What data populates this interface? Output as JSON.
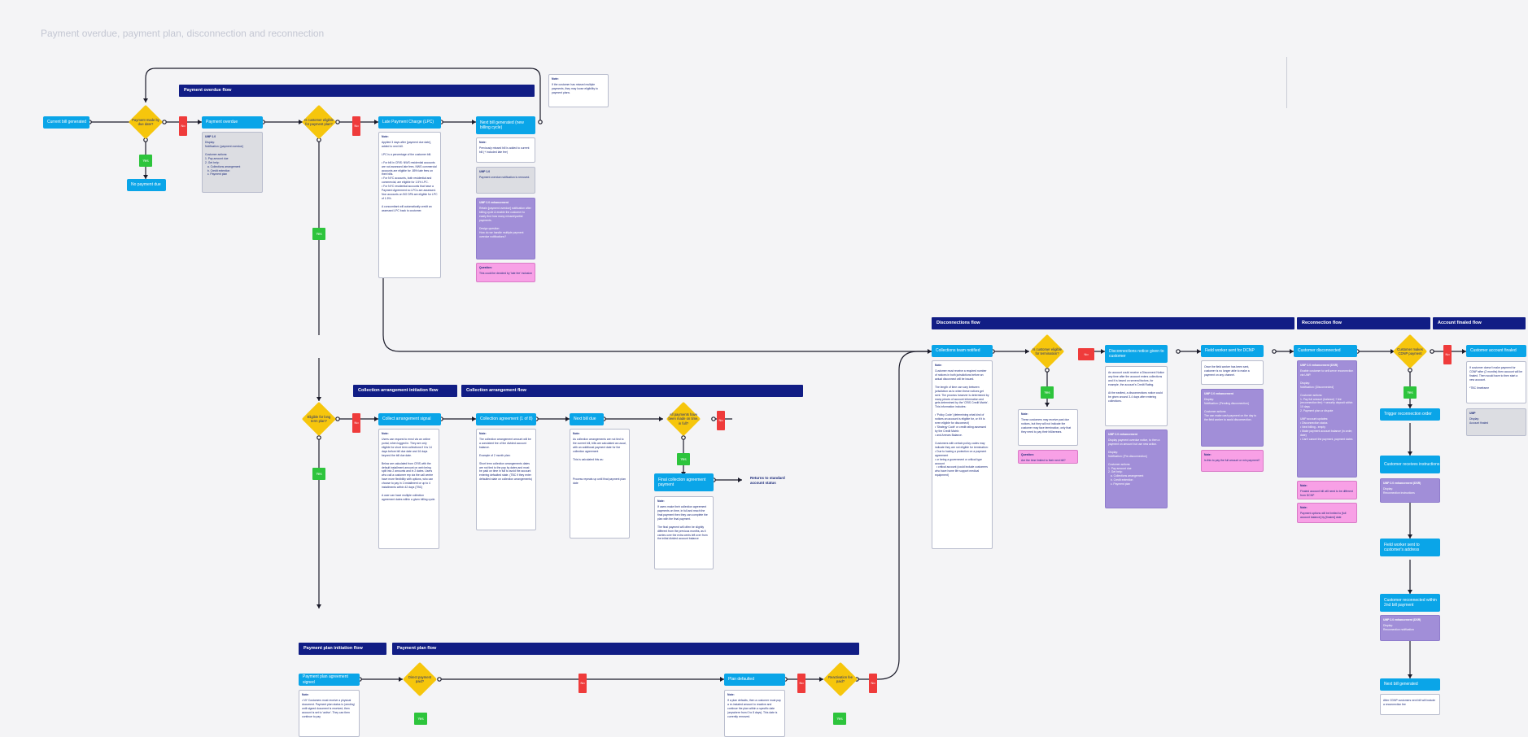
{
  "title": "Payment overdue, payment plan, disconnection and reconnection",
  "labels": {
    "yes": "Yes",
    "no": "No"
  },
  "colors": {
    "banner": "#111d85",
    "process": "#0aa5e8",
    "decision": "#f6c60c",
    "yes": "#2dc43c",
    "no": "#ef3b3b",
    "purple": "#a18ed8",
    "pink": "#f8a0e6",
    "grey": "#dcdde2"
  },
  "banners": {
    "payment_overdue": "Payment overdue flow",
    "collection_initiation": "Collection arrangement initiation flow",
    "collection": "Collection arrangement flow",
    "payment_plan_initiation": "Payment plan initiation flow",
    "payment_plan": "Payment plan flow",
    "disconnections": "Disconnections flow",
    "reconnection": "Reconnection flow",
    "account_finaled": "Account finaled flow"
  },
  "process": {
    "current_bill": "Current bill generated",
    "no_payment_due": "No payment due",
    "payment_overdue": "Payment overdue",
    "lpc": "Late Payment Charge (LPC)",
    "next_bill_generated": "Next bill generated (new billing cycle)",
    "collect_signal": "Collect arrangement signal",
    "collection_agreement": "Collection agreement (1 of 8)",
    "next_bill_due": "Next bill due",
    "final_collection_payment": "Final collection agreement payment",
    "returns_standard": "Returns to standard account status",
    "payment_plan_signed": "Payment plan agreement signed",
    "plan_defaulted": "Plan defaulted",
    "collections_team": "Collections team notified",
    "disconnection_notice": "Disconnections notice given to customer",
    "field_worker": "Field worker sent for DCNP",
    "customer_disconnected": "Customer disconnected",
    "customer_finaled": "Customer account finaled",
    "trigger_reconnection": "Trigger reconnection order",
    "customer_receives_instructions": "Customer receives instructions",
    "field_worker_address": "Field worker sent to customer's address",
    "customer_reconnected": "Customer reconnected within 2nd bill payment",
    "next_bill_generated2": "Next bill generated"
  },
  "decisions": {
    "paid_by_due": "Payment made by due date?",
    "eligible_plan": "Is customer eligible for payment plan?",
    "eligible_long_term": "Eligible for long term plan?",
    "all_payments": "All payments have been made on time, in full?",
    "direct_payment": "Direct payment paid?",
    "reactivation_fee": "Reactivation fee paid?",
    "eligible_termination": "Is customer eligible for termination?",
    "makes_payment": "Customer makes CDNP payment"
  },
  "notes": {
    "top_note": {
      "title": "Note:",
      "body": "If the customer has missed multiple payments, they may loose eligibility to payment plans."
    },
    "ump_payment_overdue": {
      "title": "UMP 1.0",
      "body": "Display:\nNotification: [payment overdue]\n\nCustomer actions:\n1. Pay amount due\n2. Get help:\n   a. Collections arrangement\n   b. Credit extention\n   c. Payment plan"
    },
    "lpc_note": {
      "title": "Note:",
      "body": "Applied 3 days after [payment due date], added to next bill.\n\nLPC is a percentage of the customer bill.\n\n• For bill in CRIS: NWS residential accounts are not assessed late fees. NWS commercial accounts are eligible for .85% late fees on their bills.\n• For NYC accounts, both residential and commercial, are eligible for 1.5% LPC.\n• For NYC residential accounts that have a Payment Agreement no LPCs are assessed. Non accounts on BO DPA are eligible for LPC of 1.5%.\n\nA concomitant will automatically credit an assessed LPC back to customer."
    },
    "next_bill_note": {
      "title": "Note:",
      "body": "Previously missed bill is added to current bill (+ included late fee)"
    },
    "ump_overdue_removed": {
      "title": "UMP 1.0",
      "body": "Payment overdue notification is removed."
    },
    "ump_enhancement": {
      "title": "UMP 2.0 enhancement",
      "body": "Retain [payment overdue] notification after billing cycle & enable the customer to easily find how many missed/partial payments.\n\nDesign question:\nHow do we handle multiple payment overdue notifications?"
    },
    "question_lpc": {
      "title": "Question:",
      "body": "This could be decided by 'late fee' inclusion"
    },
    "collect_note": {
      "title": "Note:",
      "body": "Users can request to enrol via an online portal, when logged in. They are only eligible for short term collections if it is 14 days before bill due date and 16 days beyond the bill due date.\n\nBelow are calculated from CRIS with the default installment amount on web being split into 2 amounts and in 2 dates. Users who call a customer rep via the call centre have more flexibility with options, who can choose to pay in 1 installment or up to 4 installments within 42 days (TBC)\n\nA user can have multiple collection agreement dates within a given billing cycle."
    },
    "collection_agreement_note": {
      "title": "Note:",
      "body": "The collection arrangement amount will be a consistent fee of the divided account balance.\n\nExample of 2 month plan:\n\nShort term collection arrangements dates are not tied to the pay by dates and must be paid on time in full to avoid the account entering defaulted state. (TBC if they enter defaulted state on collection arrangements)"
    },
    "next_bill_due_note": {
      "title": "Note:",
      "body": "As collection arrangements are not tied to the current bill, bills are calculated as usual, with an additional payment date for the collection agreement\n\nThis is calculated this as:\n\n\n\n\nProcess repeats up until final payment plan date"
    },
    "final_collection_note": {
      "title": "Note:",
      "body": "If users make their collection agreement payments on time, in full and reach the final payment then they can complete the plan with the final payment.\n\nThe final payment will often be slightly different from the previous months, as it carries over the extra cents left over from the initial divided account balance"
    },
    "payment_plan_note": {
      "title": "Note:",
      "body": "• NY Customers must receive a physical document. Payment plan status is 'pending' until signed document is received, then account is set to 'active'. They can then continue to pay"
    },
    "plan_defaulted_note": {
      "title": "Note:",
      "body": "If a plan defaults, then a customer must pay a re-instated amount to reactive and continue the plan within a specific date (anywhere from 0 to 8 days). This date is currently removed."
    },
    "collections_team_note": {
      "title": "Note:",
      "body": "Customer must receive a required number of notices in both jurisdictions before an actual disconnect will be issued.\n\nThe length of time can vary between jurisdiction as to when these notices get sent. The process however is determined by many pieces of account information and gets determined by the 'CRIS Credit Matrix'. This information includes:\n\n• 'Policy Code' (determining what kind of notices an account is eligible for, or if it is even eligible for disconnect)\n• 'Strategy Code' or credit rating assessed by the Credit Matrix\n• and Arrears Balance.\n\nCustomers with certain policy codes may indicate they are not eligible for termination:\n• Due to having a protection on a payment agreement\n• or being a government or critical type account\n  • critical account (could include customers who have home life support medical equipment)"
    },
    "termination_note": {
      "title": "Note:",
      "body": "These customers may receive past due notices, but they will not indicate the customer may face termination, only that they need to pay their bill/arrears."
    },
    "termination_question": {
      "title": "Question:",
      "body": "Are the time limited to their next bill?"
    },
    "disconnection_note": {
      "title": "",
      "body": "An account could receive a Disconnect Notice any time after the account enters collections and it is based on several factors, for example, the account's Credit Rating.\n\nAt the earliest, a disconnections notice could be given around 3-4 days after entering collections."
    },
    "ump_disconnection": {
      "title": "UMP 2.0 enhancement",
      "body": "Display payment overdue notice, to then a payment on amount but use new action.\n\nDisplay:\nNotification: [Pre-disconnection]\n\nCustomer actions:\n1. Pay amount due\n2. Get help:\n   a. Collections arrangement\n   b. Credit extention\n   c. Payment plan"
    },
    "field_worker_note": {
      "title": "",
      "body": "Once the field worker has been sent, customer is no longer able to make a payment on any channel."
    },
    "ump_field_worker": {
      "title": "UMP 2.0 enhancement",
      "body": "Display:\nNotification: [Pending disconnection]\n\nCustomer actions:\nThe can make cash payment on the day to the field worker to avoid disconnection."
    },
    "field_worker_question": {
      "title": "Note:",
      "body": "Is this to pay the full amount or min payment?"
    },
    "ump_disconnected": {
      "title": "UMP 2.0 enhancement (DSR)",
      "body": "Enable customer to self-serve reconnection via UMP.\n\nDisplay:\nNotification: [Disconnected]\n\nCustomer actions:\n1. Pay full amount (balance) + fee (reconnection fee) + security deposit within 10 days\n2. Payment plan or dispute\n\nUMP account updates:\n• Disconnection status\n• Next billing - empty\n• Make payment account balance (in order, date)\n• Can't cancel the payment, payment dates"
    },
    "note_disconnected": {
      "title": "Note:",
      "body": "Finaled account bill will need to be different from DCNP"
    },
    "note_finaled": {
      "title": "Note:",
      "body": "Payment options will be limited to [full account balance] by [finaled] date"
    },
    "finaled_note": {
      "title": "",
      "body": "If customer doesn't make payment for CDNP after (2 months) then account will be finaled. Then would have to then start a new account.\n\n*TBC timeframe"
    },
    "ump_finaled": {
      "title": "UMP",
      "body": "Display:\nAccount finaled"
    },
    "ump_instructions": {
      "title": "UMP 2.0 enhancement (DSR)",
      "body": "Display:\nReconnection instructions"
    },
    "ump_reconnected": {
      "title": "UMP 2.0 enhancement (DSR)",
      "body": "Display:\nReconnection notification"
    },
    "after_reconnection": {
      "title": "",
      "body": "After CDNP customers next bill will include a reconnection fee"
    }
  }
}
